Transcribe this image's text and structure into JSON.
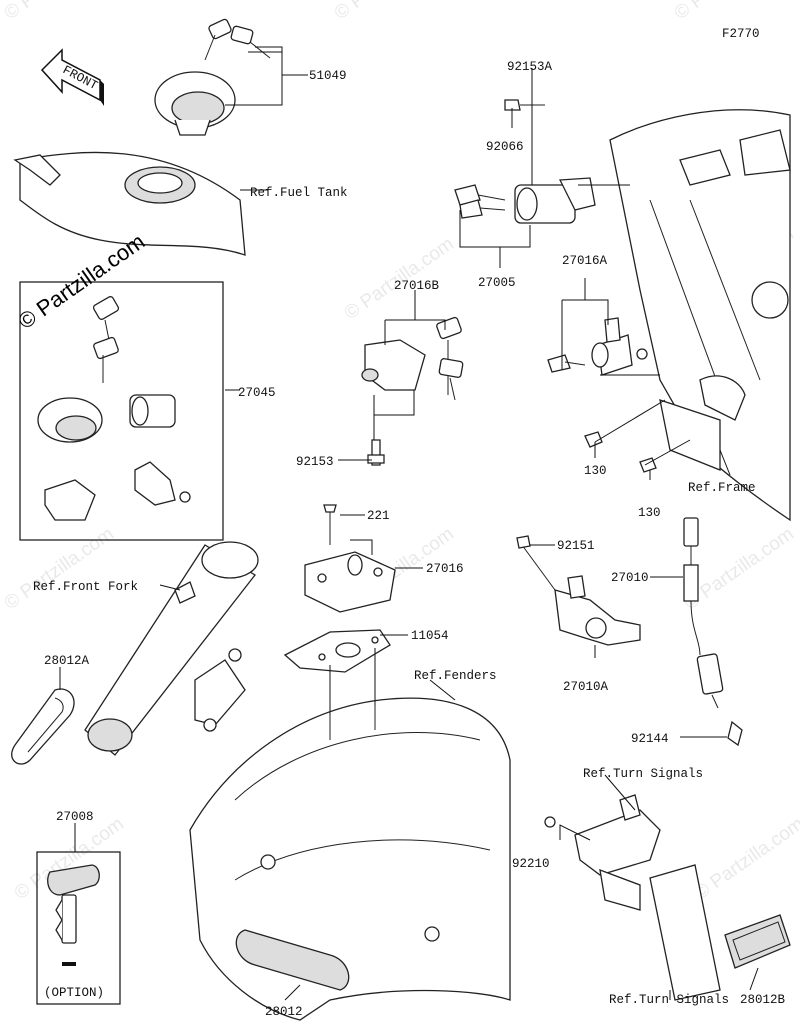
{
  "diagram_id": "F2770",
  "watermark": "© Partzilla.com",
  "front_label": "FRONT",
  "option_label": "(OPTION)",
  "parts": {
    "p51049": "51049",
    "p92153A": "92153A",
    "p92066": "92066",
    "p27005": "27005",
    "p27045": "27045",
    "p27016B": "27016B",
    "p27016A": "27016A",
    "p92153": "92153",
    "p130a": "130",
    "p130b": "130",
    "p221": "221",
    "p27016": "27016",
    "p11054": "11054",
    "p92151": "92151",
    "p27010": "27010",
    "p27010A": "27010A",
    "p92144": "92144",
    "p28012A": "28012A",
    "p27008": "27008",
    "p92210": "92210",
    "p28012B": "28012B",
    "p28012": "28012"
  },
  "refs": {
    "fuel_tank": "Ref.Fuel Tank",
    "frame": "Ref.Frame",
    "front_fork": "Ref.Front Fork",
    "fenders": "Ref.Fenders",
    "turn_signals_top": "Ref.Turn Signals",
    "turn_signals_bottom": "Ref.Turn Signals"
  }
}
